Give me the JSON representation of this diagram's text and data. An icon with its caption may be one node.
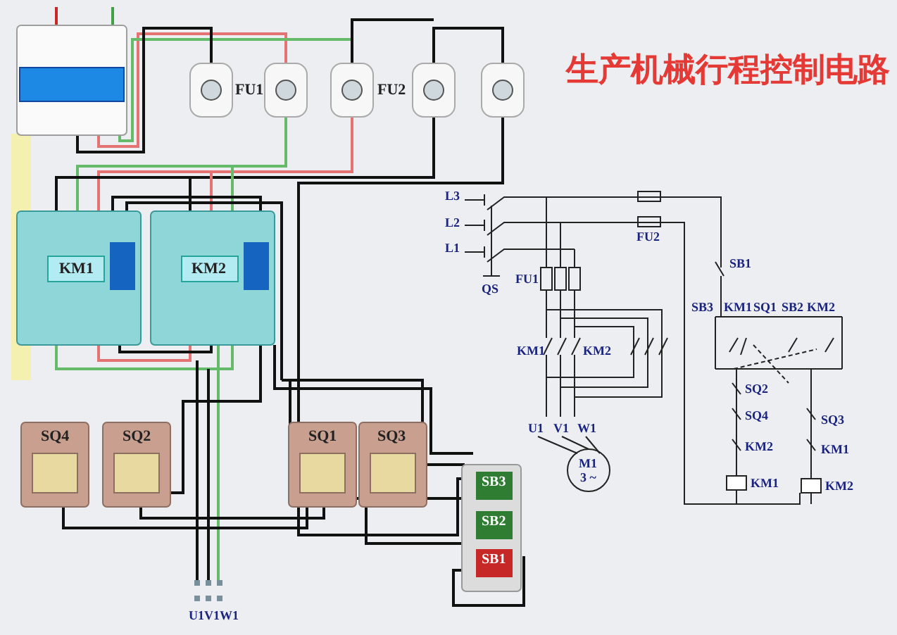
{
  "diagram": {
    "title": "生产机械行程控制电路",
    "labels": [
      "FU1",
      "FU2",
      "KM1",
      "KM2",
      "L3",
      "L2",
      "L1",
      "QS",
      "FU2",
      "SB1",
      "FU1",
      "SB3",
      "KM1",
      "SQ1",
      "SB2",
      "KM2",
      "KM1",
      "KM2",
      "SQ2",
      "SQ4",
      "SQ3",
      "KM2",
      "KM1",
      "U1",
      "V1",
      "W1",
      "M1",
      "3 ~",
      "KM1",
      "KM2",
      "SQ4",
      "SQ2",
      "SQ1",
      "SQ3",
      "SB3",
      "SB2",
      "SB1",
      "U1V1W1"
    ]
  }
}
